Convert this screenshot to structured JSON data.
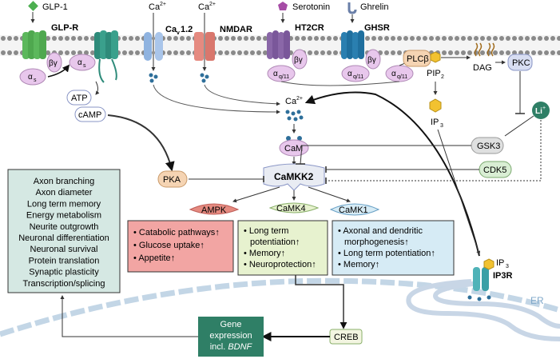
{
  "ligands": {
    "glp1": "GLP-1",
    "ca_left": "Ca",
    "ca_right": "Ca",
    "ca_sup": "2+",
    "serotonin": "Serotonin",
    "ghrelin": "Ghrelin"
  },
  "receptors": {
    "glpr": "GLP-R",
    "cav_main": "Ca",
    "cav_sub": "v",
    "cav_suffix": "1.2",
    "nmdar": "NMDAR",
    "ht2cr": "HT2CR",
    "ghsr": "GHSR"
  },
  "gproteins": {
    "by": "βγ",
    "alpha": "α",
    "s": "s",
    "q11": "q/11"
  },
  "messengers": {
    "atp": "ATP",
    "camp": "cAMP",
    "plcb": "PLCβ",
    "pip": "PIP",
    "pip_sub": "2",
    "dag": "DAG",
    "pkc": "PKC",
    "ip": "IP",
    "ip_sub": "3",
    "ca_center": "Ca",
    "ca_sup": "2+",
    "li": "Li",
    "li_sup": "+"
  },
  "kinases": {
    "cam": "CaM",
    "pka": "PKA",
    "camkk2": "CaMKK2",
    "gsk3": "GSK3",
    "cdk5": "CDK5",
    "ampk": "AMPK",
    "camk4": "CaMK4",
    "camk1": "CaMK1"
  },
  "outcomes": {
    "list": [
      "Axon branching",
      "Axon diameter",
      "Long term memory",
      "Energy metabolism",
      "Neurite outgrowth",
      "Neuronal differentiation",
      "Neuronal survival",
      "Protein translation",
      "Synaptic plasticity",
      "Transcription/splicing"
    ]
  },
  "ampk_box": [
    "Catabolic pathways",
    "Glucose uptake",
    "Appetite"
  ],
  "camk4_box": [
    "Long term",
    "potentiation",
    "Memory",
    "Neuroprotection"
  ],
  "camk1_box": [
    "Axonal and dendritic",
    "morphogenesis",
    "Long term potentiation",
    "Memory"
  ],
  "up_arrow": "↑",
  "nucleus": {
    "gene_line1": "Gene",
    "gene_line2": "expression",
    "gene_line3_prefix": "incl. ",
    "gene_line3_italic": "BDNF",
    "creb": "CREB"
  },
  "er": {
    "ip3": "IP",
    "ip3_sub": "3",
    "ip3r": "IP3R",
    "er_label": "ER"
  },
  "colors": {
    "membrane_head": "#8a8a8a",
    "glpr_green": "#5cb85c",
    "teal": "#2e8b7a",
    "cav_blue": "#8fb3e0",
    "nmdar_red": "#e58a80",
    "ht2cr_purple": "#8a67a8",
    "ghsr_blue": "#2a7fb0",
    "gprot_pink": "#e8c7ec",
    "ampk_box": "#f2a5a3",
    "camk4_box": "#e7f2cf",
    "camk1_box": "#d6ebf5",
    "outcome_box": "#d5e8e3",
    "gene_box": "#2f7f66",
    "li_green": "#2f7f66"
  },
  "icons": {
    "glp1": "green-diamond-icon",
    "serotonin": "purple-pentagon-icon",
    "ghrelin": "ghrelin-hook-icon",
    "ip3": "yellow-hexagon-icon",
    "pip2": "yellow-hexagon-icon"
  }
}
